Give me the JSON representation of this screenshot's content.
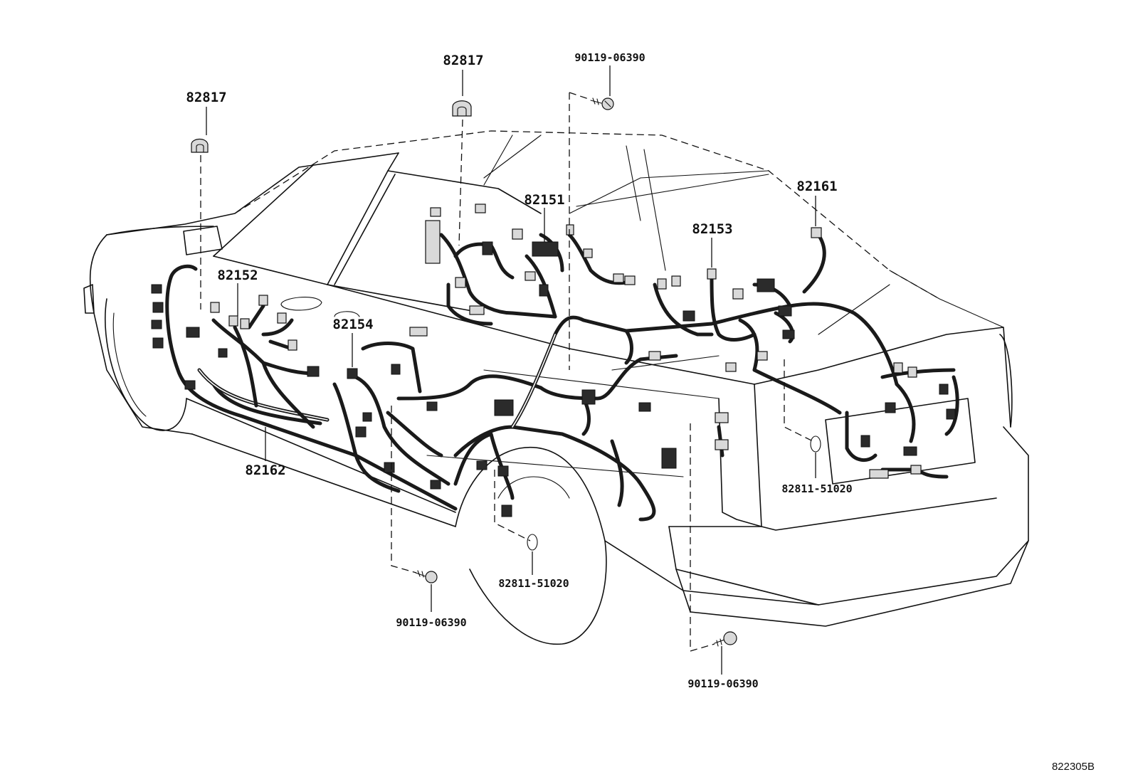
{
  "diagram": {
    "reference_code": "822305B",
    "part_labels": [
      {
        "id": "clip-left",
        "text": "82817"
      },
      {
        "id": "clip-center",
        "text": "82817"
      },
      {
        "id": "bolt-top",
        "text": "90119-06390"
      },
      {
        "id": "harness-82151",
        "text": "82151"
      },
      {
        "id": "harness-82161",
        "text": "82161"
      },
      {
        "id": "harness-82153",
        "text": "82153"
      },
      {
        "id": "harness-82152",
        "text": "82152"
      },
      {
        "id": "harness-82154",
        "text": "82154"
      },
      {
        "id": "harness-82162",
        "text": "82162"
      },
      {
        "id": "clamp-right",
        "text": "82811-51020"
      },
      {
        "id": "clamp-bottom",
        "text": "82811-51020"
      },
      {
        "id": "bolt-bottom-left",
        "text": "90119-06390"
      },
      {
        "id": "bolt-bottom-right",
        "text": "90119-06390"
      }
    ]
  }
}
